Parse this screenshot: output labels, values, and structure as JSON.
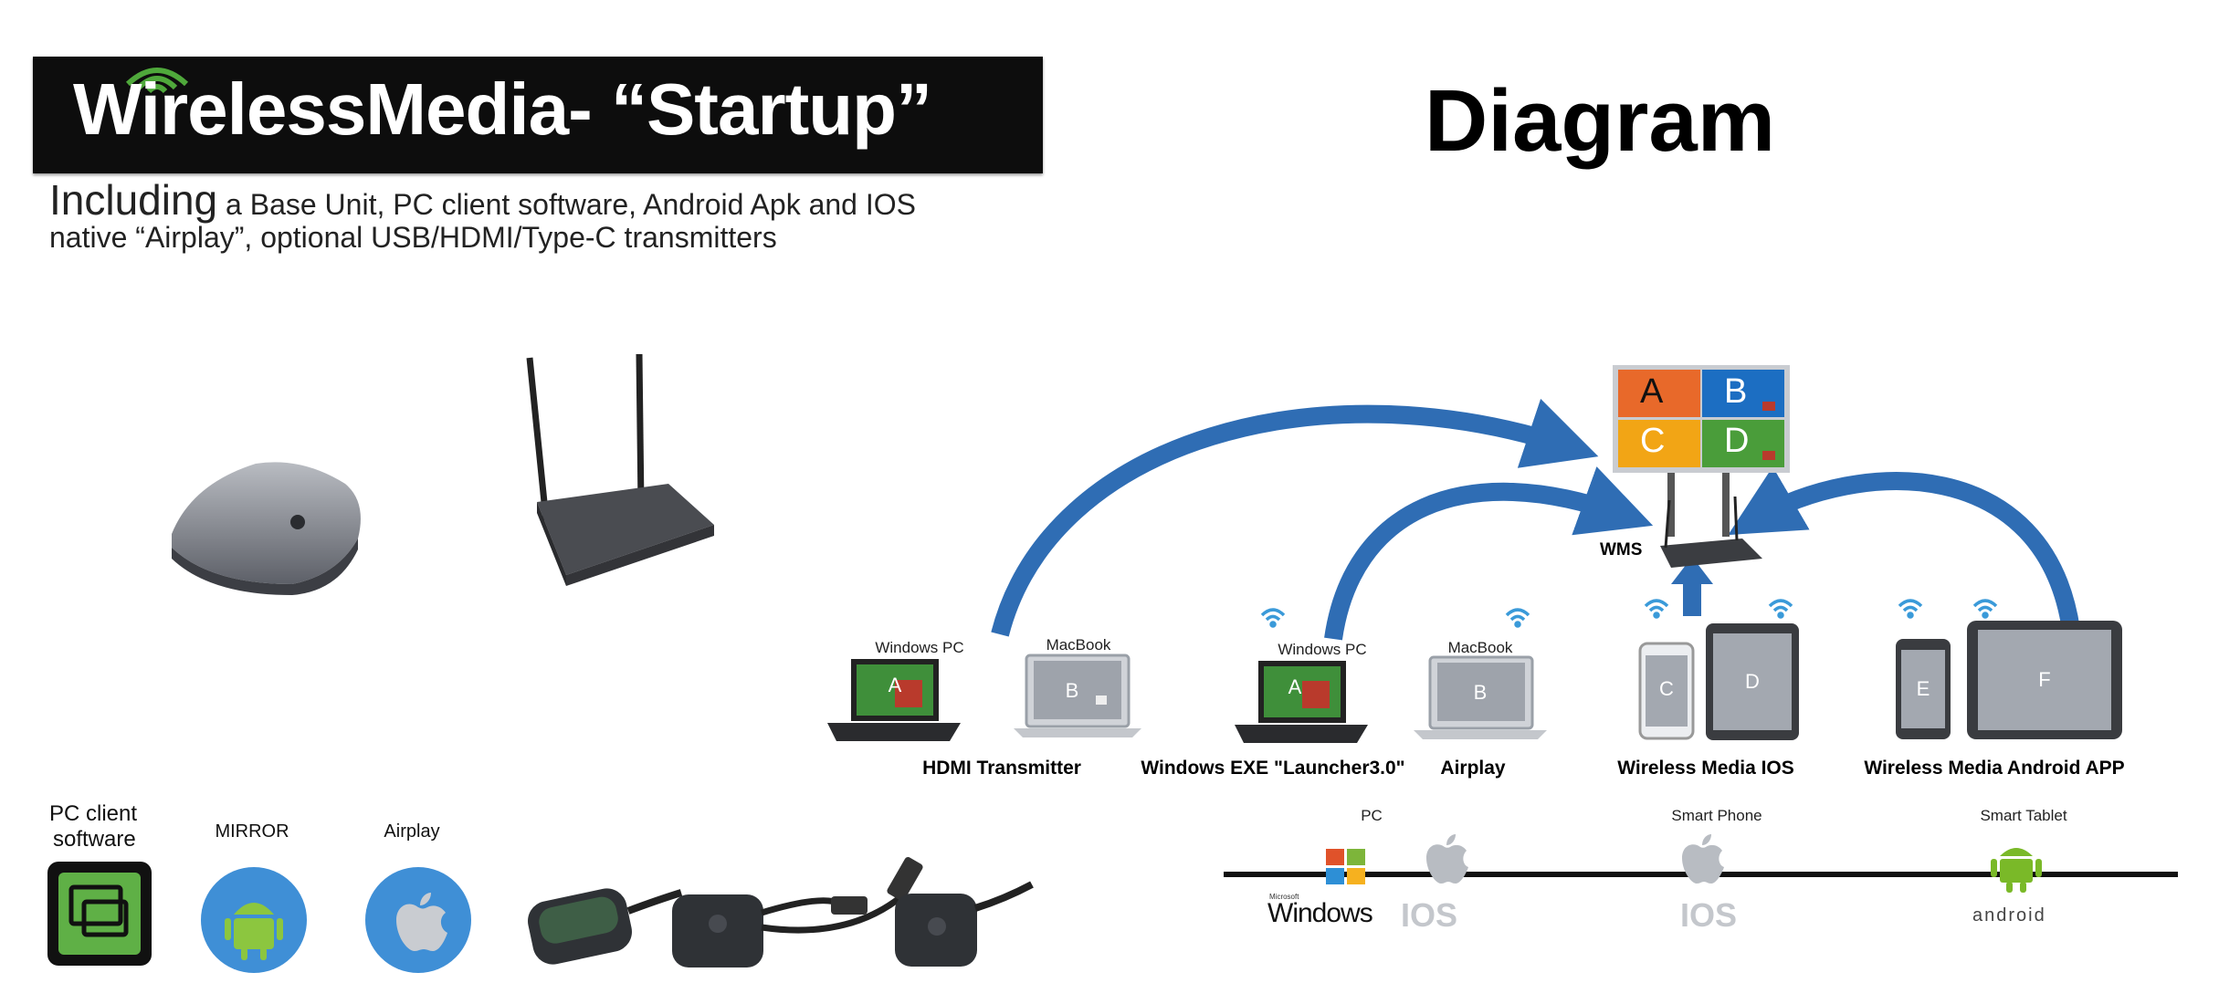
{
  "header": {
    "title": "WirelessMedia- “Startup”",
    "diagram_title": "Diagram",
    "subtitle_big": "Including",
    "subtitle_rest": " a Base Unit, PC client software, Android Apk and IOS",
    "subtitle_line2": "native “Airplay”, optional USB/HDMI/Type-C transmitters"
  },
  "products": {
    "pc_client_label_1": "PC client",
    "pc_client_label_2": "software",
    "mirror_label": "MIRROR",
    "airplay_label": "Airplay"
  },
  "diagram": {
    "wms_label": "WMS",
    "screen_quadrants": [
      "A",
      "B",
      "C",
      "D"
    ],
    "device_top_labels": {
      "windows_pc_1": "Windows PC",
      "macbook_1": "MacBook",
      "windows_pc_2": "Windows PC",
      "macbook_2": "MacBook"
    },
    "device_letters": [
      "A",
      "B",
      "A",
      "B",
      "C",
      "D",
      "E",
      "F"
    ],
    "group_labels": {
      "hdmi": "HDMI Transmitter",
      "windows_exe": "Windows EXE \"Launcher3.0\"",
      "airplay": "Airplay",
      "ios": "Wireless Media IOS",
      "android": "Wireless Media Android APP"
    },
    "platform_labels": {
      "pc": "PC",
      "smart_phone": "Smart Phone",
      "smart_tablet": "Smart Tablet"
    },
    "logo_text": {
      "windows_small": "Microsoft",
      "windows": "Windows",
      "ios_1": "IOS",
      "ios_2": "IOS",
      "android": "android"
    },
    "colors": {
      "arrow_blue": "#2f6db4",
      "quad_a": "#e8692a",
      "quad_b": "#1c6ec2",
      "quad_c": "#f2a515",
      "quad_d": "#4a9d3a",
      "wifi_blue": "#3a9ad9",
      "android_green": "#7ab928"
    }
  }
}
